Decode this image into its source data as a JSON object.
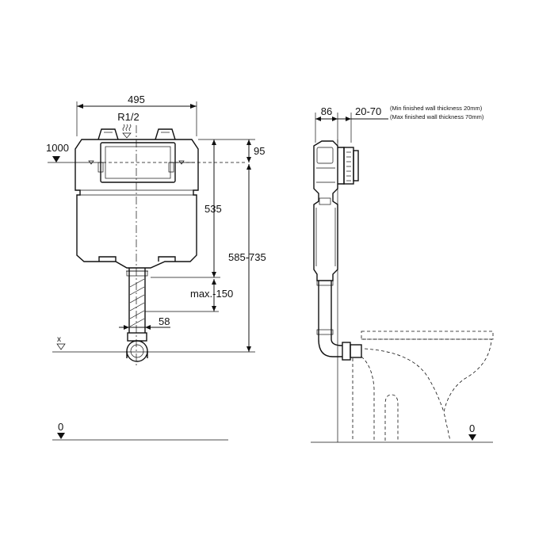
{
  "front_view": {
    "width_dim": "495",
    "connection": "R1/2",
    "level_1000": "1000",
    "dim_95": "95",
    "dim_535": "535",
    "dim_585_735": "585-735",
    "dim_max150": "max.-150",
    "dim_58": "58",
    "level_x": "x",
    "level_0": "0"
  },
  "side_view": {
    "dim_86": "86",
    "dim_20_70": "20-70",
    "note_min": "(Min finished wall thickness 20mm)",
    "note_max": "(Max finished wall thickness 70mm)",
    "level_0": "0"
  }
}
